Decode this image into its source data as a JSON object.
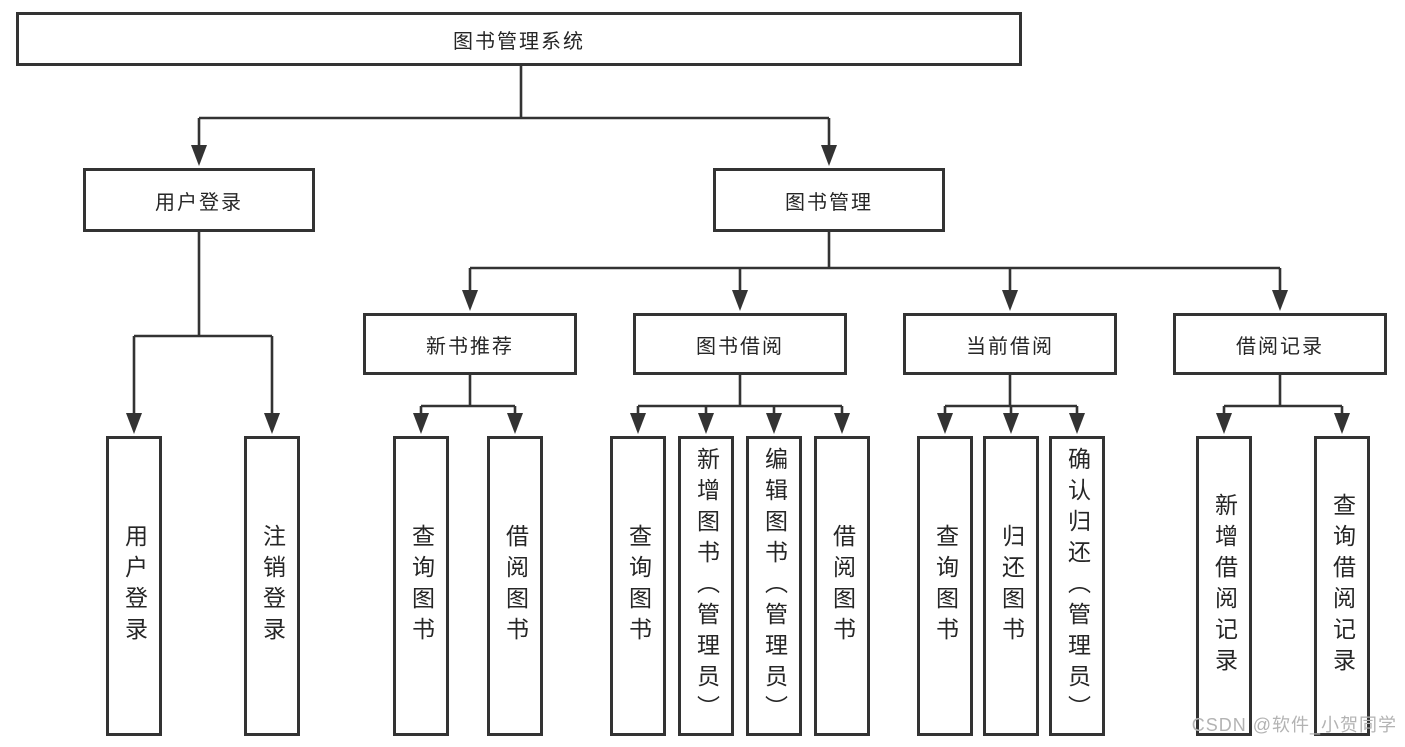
{
  "diagram": {
    "root": {
      "label": "图书管理系统"
    },
    "branches": [
      {
        "label": "用户登录",
        "children": [
          {
            "label": "用户登录"
          },
          {
            "label": "注销登录"
          }
        ]
      },
      {
        "label": "图书管理",
        "children": [
          {
            "label": "新书推荐",
            "children": [
              {
                "label": "查询图书"
              },
              {
                "label": "借阅图书"
              }
            ]
          },
          {
            "label": "图书借阅",
            "children": [
              {
                "label": "查询图书"
              },
              {
                "label": "新增图书（管理员）"
              },
              {
                "label": "编辑图书（管理员）"
              },
              {
                "label": "借阅图书"
              }
            ]
          },
          {
            "label": "当前借阅",
            "children": [
              {
                "label": "查询图书"
              },
              {
                "label": "归还图书"
              },
              {
                "label": "确认归还（管理员）"
              }
            ]
          },
          {
            "label": "借阅记录",
            "children": [
              {
                "label": "新增借阅记录"
              },
              {
                "label": "查询借阅记录"
              }
            ]
          }
        ]
      }
    ]
  },
  "watermark": "CSDN @软件_小贺同学",
  "colors": {
    "line": "#333333",
    "text": "#262626",
    "watermark": "#b3b3b3",
    "background": "#ffffff"
  }
}
